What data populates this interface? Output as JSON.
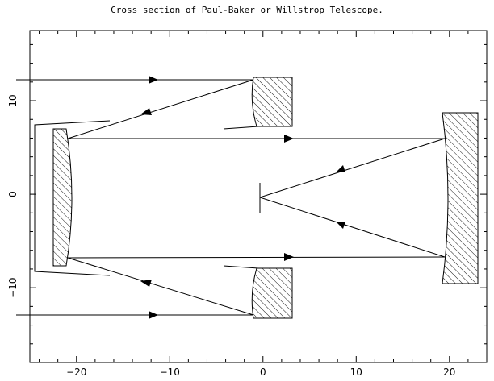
{
  "title": "Cross section of Paul-Baker or Willstrop Telescope.",
  "chart_data": {
    "type": "diagram",
    "title": "Cross section of Paul-Baker or Willstrop Telescope.",
    "xlim": [
      -25,
      24
    ],
    "ylim": [
      -18,
      17.5
    ],
    "x_ticks": [
      -20,
      -10,
      0,
      10,
      20
    ],
    "y_ticks": [
      -10,
      0,
      10
    ],
    "x_tick_labels": [
      "−20",
      "−10",
      "0",
      "10",
      "20"
    ],
    "y_tick_labels": [
      "−10",
      "0",
      "10"
    ],
    "colors": {
      "line": "#000000",
      "background": "#ffffff"
    }
  }
}
